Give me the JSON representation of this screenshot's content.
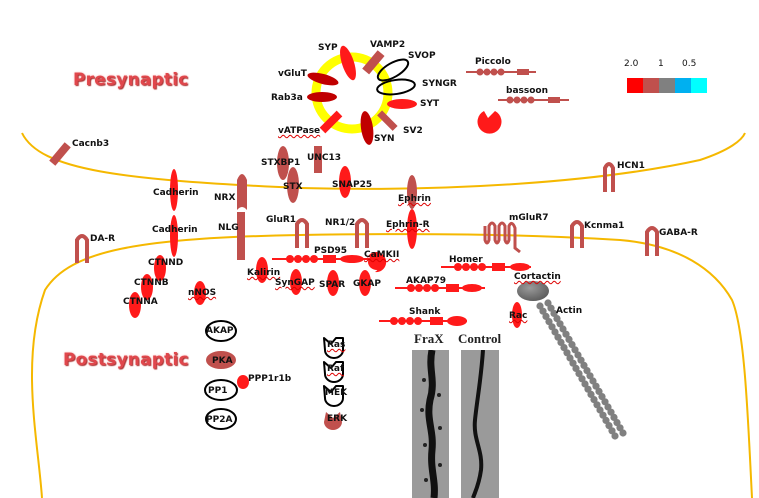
{
  "titles": {
    "presynaptic": "Presynaptic",
    "postsynaptic": "Postsynaptic"
  },
  "legend": {
    "labels": [
      "2.0",
      "1",
      "0.5"
    ],
    "swatches": [
      {
        "name": "high",
        "color": "#ff0000"
      },
      {
        "name": "mid-high",
        "color": "#c0504d"
      },
      {
        "name": "neutral",
        "color": "#808080"
      },
      {
        "name": "mid-low",
        "color": "#00b0f0"
      },
      {
        "name": "low",
        "color": "#00ffff"
      }
    ]
  },
  "colors": {
    "red": "#ff1a1a",
    "darkred": "#c00000",
    "brick": "#c0504d",
    "membrane": "#f5b800",
    "vesicle": "#ffff00",
    "gray": "#808080"
  },
  "vesicle_proteins": {
    "syp": "SYP",
    "vamp2": "VAMP2",
    "svop": "SVOP",
    "syngr": "SYNGR",
    "vglut": "vGluT",
    "rab3a": "Rab3a",
    "syt": "SYT",
    "vatpase": "vATPase",
    "syn": "SYN",
    "sv2": "SV2"
  },
  "presynaptic": {
    "piccolo": "Piccolo",
    "bassoon": "bassoon",
    "cacnb3": "Cacnb3",
    "stxbp1": "STXBP1",
    "unc13": "UNC13",
    "stx": "STX",
    "snap25": "SNAP25",
    "hcn1": "HCN1",
    "nrx": "NRX",
    "ephrin": "Ephrin"
  },
  "cleft": {
    "cadherin_pre": "Cadherin",
    "cadherin_post": "Cadherin"
  },
  "postsynaptic": {
    "da_r": "DA-R",
    "nlg": "NLG",
    "glur1": "GluR1",
    "nr12": "NR1/2",
    "ephrin_r": "Ephrin-R",
    "mglur7": "mGluR7",
    "kcnma1": "Kcnma1",
    "gaba_r": "GABA-R",
    "ctnnd": "CTNND",
    "ctnnb": "CTNNB",
    "ctnna": "CTNNA",
    "nnos": "nNOS",
    "kalirin": "Kalirin",
    "psd95": "PSD95",
    "camkii": "CaMKII",
    "syngap": "SynGAP",
    "spar": "SPAR",
    "gkap": "GKAP",
    "homer": "Homer",
    "akap79": "AKAP79",
    "shank": "Shank",
    "cortactin": "Cortactin",
    "rac": "Rac",
    "actin": "Actin",
    "akap": "AKAP",
    "pka": "PKA",
    "pp1": "PP1",
    "ppp1r1b": "PPP1r1b",
    "pp2a": "PP2A",
    "ras": "Ras",
    "raf": "Raf",
    "mek": "MEK",
    "erk": "ERK"
  },
  "micrographs": {
    "frax": "FraX",
    "control": "Control"
  }
}
